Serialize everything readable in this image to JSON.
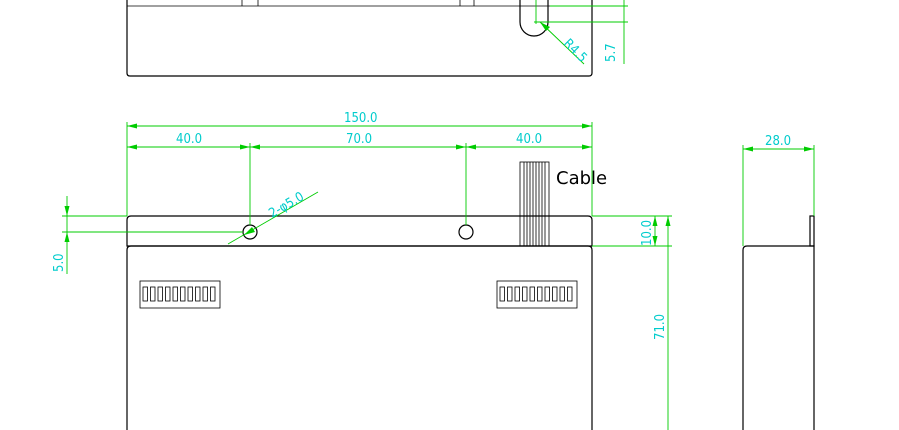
{
  "dimensions": {
    "top_view_side": "5.7",
    "radius": "R4.5",
    "overall_length": "150.0",
    "left_spacing": "40.0",
    "middle_spacing": "70.0",
    "right_spacing": "40.0",
    "hole_spec": "2-φ5.0",
    "hole_offset": "5.0",
    "flange_height": "10.0",
    "body_height": "71.0",
    "side_width": "28.0"
  },
  "labels": {
    "cable": "Cable"
  },
  "colors": {
    "outline": "#000000",
    "dimension_line": "#00cc00",
    "dimension_text": "#00cccc"
  }
}
